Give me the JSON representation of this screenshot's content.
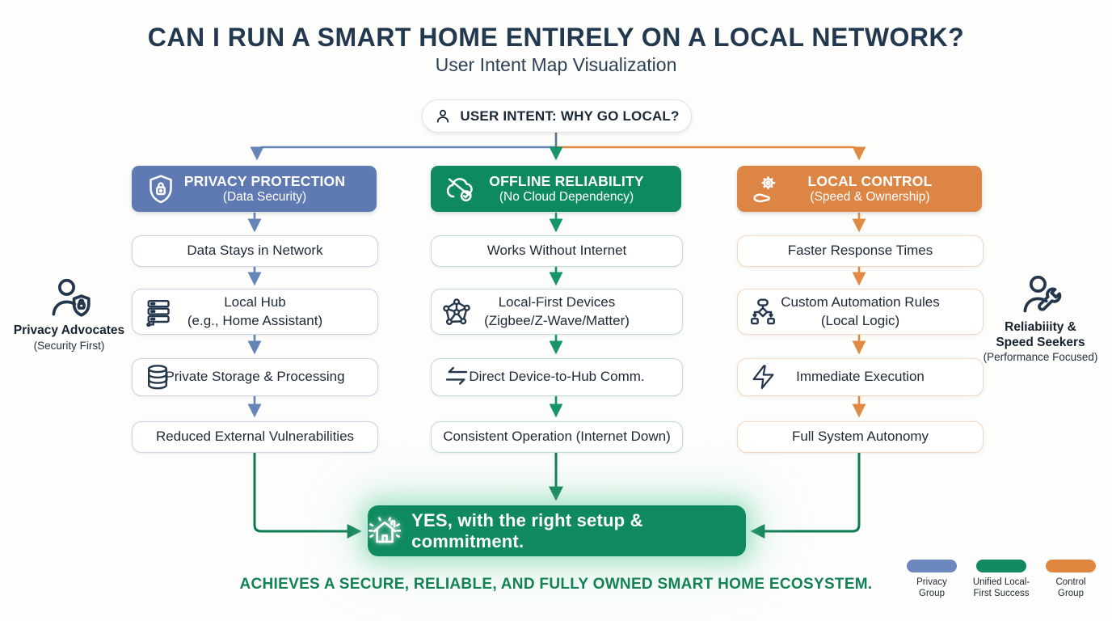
{
  "title": "CAN I RUN A SMART HOME ENTIRELY ON A LOCAL NETWORK?",
  "subtitle": "User Intent Map Visualization",
  "intent": {
    "label": "USER INTENT: WHY GO LOCAL?",
    "icon": "user-icon"
  },
  "columns": [
    {
      "id": "privacy",
      "header": {
        "title": "PRIVACY PROTECTION",
        "subtitle": "(Data Security)",
        "icon": "shield-lock-icon"
      },
      "color": "#5F7AB2",
      "nodes": [
        {
          "lines": [
            "Data Stays in Network"
          ]
        },
        {
          "lines": [
            "Local Hub",
            "(e.g., Home Assistant)"
          ],
          "icon": "server-icon"
        },
        {
          "lines": [
            "Private Storage & Processing"
          ],
          "icon": "database-icon"
        },
        {
          "lines": [
            "Reduced External Vulnerabilities"
          ]
        }
      ]
    },
    {
      "id": "offline",
      "header": {
        "title": "OFFLINE RELIABILITY",
        "subtitle": "(No Cloud Dependency)",
        "icon": "cloud-offline-check-icon"
      },
      "color": "#0E8A5F",
      "nodes": [
        {
          "lines": [
            "Works Without Internet"
          ]
        },
        {
          "lines": [
            "Local-First Devices",
            "(Zigbee/Z-Wave/Matter)"
          ],
          "icon": "mesh-network-icon"
        },
        {
          "lines": [
            "Direct Device-to-Hub Comm."
          ],
          "icon": "sync-arrows-icon"
        },
        {
          "lines": [
            "Consistent Operation (Internet Down)"
          ]
        }
      ]
    },
    {
      "id": "control",
      "header": {
        "title": "LOCAL CONTROL",
        "subtitle": "(Speed & Ownership)",
        "icon": "gear-hand-icon"
      },
      "color": "#DD8545",
      "nodes": [
        {
          "lines": [
            "Faster Response Times"
          ]
        },
        {
          "lines": [
            "Custom Automation Rules",
            "(Local Logic)"
          ],
          "icon": "flowchart-icon"
        },
        {
          "lines": [
            "Immediate Execution"
          ],
          "icon": "lightning-icon"
        },
        {
          "lines": [
            "Full System Autonomy"
          ]
        }
      ]
    }
  ],
  "personas": {
    "left": {
      "name": "Privacy Advocates",
      "detail": "(Security First)",
      "icon": "person-shield-icon"
    },
    "right": {
      "name": "Reliabiiity & Speed Seekers",
      "detail": "(Performance Focused)",
      "icon": "person-wrench-icon"
    }
  },
  "result": {
    "label": "YES, with the right setup & commitment.",
    "icon": "home-glow-icon"
  },
  "tagline": "ACHIEVES A SECURE, RELIABLE, AND FULLY OWNED SMART HOME ECOSYSTEM.",
  "legend": [
    {
      "label": "Privacy Group",
      "color": "#6C87BE"
    },
    {
      "label": "Unified Local-First Success",
      "color": "#12895F"
    },
    {
      "label": "Control Group",
      "color": "#E0873F"
    }
  ],
  "colors": {
    "title_navy": "#22384E",
    "privacy_blue": "#5F7AB2",
    "reliability_green": "#0E8A5F",
    "control_orange": "#DD8545",
    "convergence_green": "#0C7B52",
    "tagline_green": "#128158"
  }
}
